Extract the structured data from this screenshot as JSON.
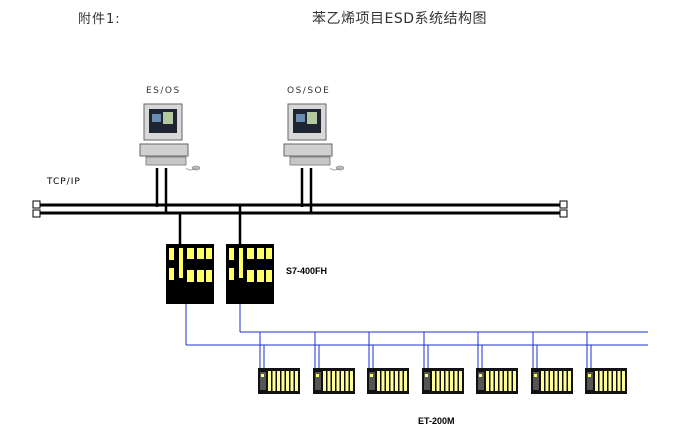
{
  "header": {
    "attachment_label": "附件1:",
    "title": "苯乙烯项目ESD系统结构图"
  },
  "stations": [
    {
      "label": "ES/OS"
    },
    {
      "label": "OS/SOE"
    }
  ],
  "network": {
    "label": "TCP/IP"
  },
  "controller": {
    "label": "S7-400FH"
  },
  "io": {
    "label": "ET-200M",
    "station_count": 7
  },
  "colors": {
    "bus": "#000000",
    "profibus": "#1f2fd0",
    "module_body": "#000000",
    "module_slot": "#ffff66",
    "et_body": "#111111",
    "et_slot": "#ffff99"
  }
}
